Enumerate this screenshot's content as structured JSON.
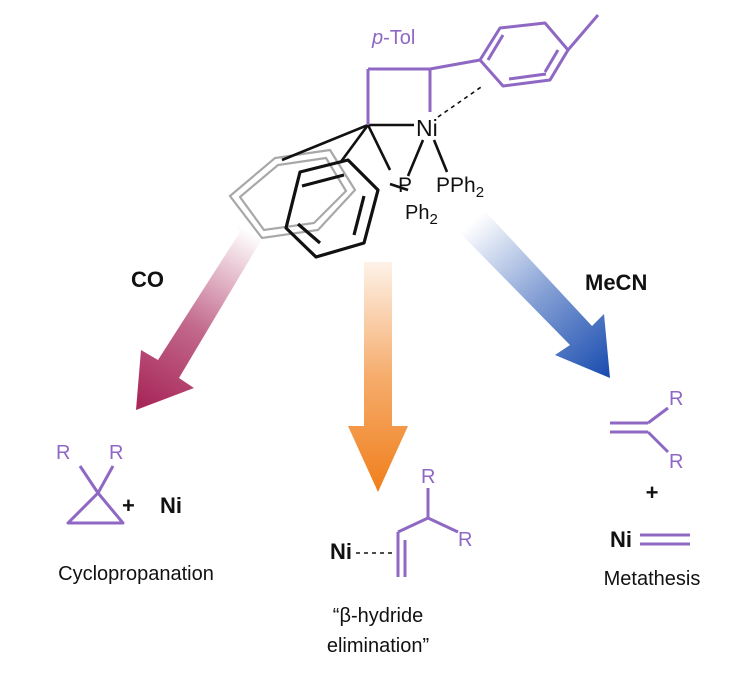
{
  "colors": {
    "purple": "#8f68c4",
    "black": "#111111",
    "gray": "#a8a8a8",
    "co_arrow": "#a8285a",
    "hydride_arrow": "#f07f1c",
    "mecn_arrow": "#1a4db0"
  },
  "complex": {
    "ptol": "p-Tol",
    "ni": "Ni",
    "p": "P",
    "pph2": "PPh",
    "pph2_sub": "2",
    "ph2": "Ph",
    "ph2_sub": "2"
  },
  "reagents": {
    "co": "CO",
    "mecn": "MeCN"
  },
  "products": {
    "cyclopropanation": {
      "r1": "R",
      "r2": "R",
      "plus": "+",
      "ni": "Ni",
      "caption": "Cyclopropanation"
    },
    "beta_hydride": {
      "ni": "Ni",
      "r1": "R",
      "r2": "R",
      "caption_line1": "“β-hydride",
      "caption_line2": "elimination”"
    },
    "metathesis": {
      "r1": "R",
      "r2": "R",
      "plus": "+",
      "ni": "Ni",
      "caption": "Metathesis"
    }
  }
}
